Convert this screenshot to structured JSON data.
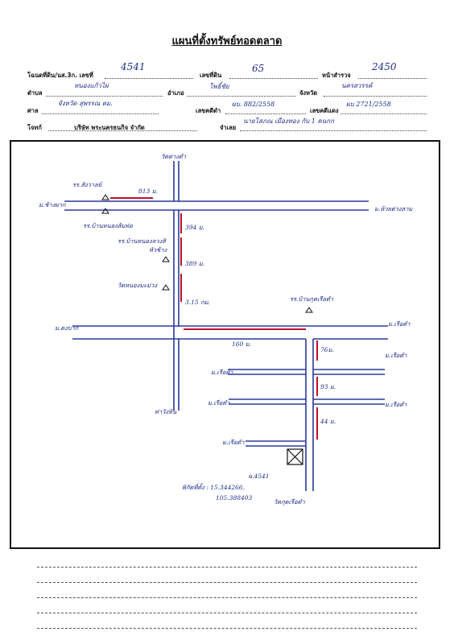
{
  "header": {
    "title": "แผนที่ตั้งทรัพย์ทอดตลาด",
    "fields": {
      "deed_label": "โฉนดที่ดิน/นส.3ก. เลขที่",
      "deed_value": "4541",
      "land_no_label": "เลขที่ดิน",
      "land_no_value": "65",
      "survey_page_label": "หน้าสำรวจ",
      "survey_page_value": "2450",
      "subdistrict_label": "ตำบล",
      "subdistrict_value": "หนองแก้วไผ่",
      "district_label": "อำเภอ",
      "district_value": "โพธิ์ชัย",
      "province_label": "จังหวัด",
      "province_value": "นครสวรรค์",
      "court_label": "ศาล",
      "court_value": "จังหวัด สุพรรณ ตม.",
      "case_black_label": "เลขคดีดำ",
      "case_black_value": "ผบ. 882/2558",
      "case_red_label": "เลขคดีแดง",
      "case_red_value": "ผบ 2721/2558",
      "plaintiff_label": "โจทก์",
      "plaintiff_value": "บริษัท พระนครธนกิจ จำกัด",
      "defendant_label": "จำเลย",
      "defendant_value": "นายโสภณ เมืองทอง กับ 1 คนกก"
    }
  },
  "map": {
    "labels": {
      "temple_top": "วัดด่างดำ",
      "school_sa": "รร.สังวาลย์",
      "dist_1": "813 ม.",
      "village_left_top": "ม.ช้างผาก",
      "village_right_top": "ม.ห้วยด่วงลาม",
      "school_left": "รร.บ้านหนองส้มท่อ",
      "dist_2": "394 ม.",
      "school_mid": "รร.บ้านหนองลวงสิ",
      "school_mid_2": "หัวช้าง",
      "dist_3": "389 ม.",
      "temple_left": "วัดหนองมะม่วง",
      "dist_km": "3.15 กม.",
      "school_right": "รร.บ้านกุดเรือดำ",
      "village_left_mid": "ม.ดงบาก",
      "village_right_1": "ม.เรือดำ",
      "dist_4": "160 ม.",
      "dist_5": "76ม.",
      "village_right_2": "ม.เรือดำ",
      "village_mid_1": "ม.เรือดำ",
      "dist_6": "93 ม.",
      "village_right_3": "ม.เรือดำ",
      "village_bottom_left": "ท่าวังหิน",
      "village_mid_2": "ม.เรือดำ",
      "dist_7": "44 ม.",
      "village_mid_3": "ม.เรือดำ",
      "plot_no": "ฉ.4541",
      "coord_label": "พิกัดที่ตั้ง : 15.344266,",
      "coord_value": "105.388403",
      "temple_bottom": "วัดกุดเรือดำ"
    }
  }
}
